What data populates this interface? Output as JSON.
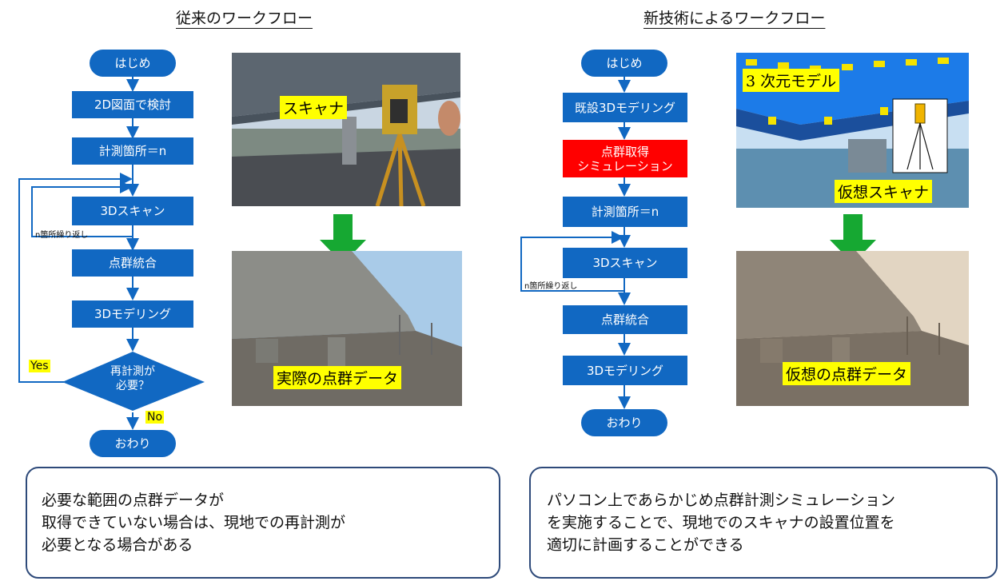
{
  "left": {
    "title": "従来のワークフロー",
    "steps": {
      "start": "はじめ",
      "review2d": "2D図面で検討",
      "count": "計測箇所＝n",
      "scan": "3Dスキャン",
      "merge": "点群統合",
      "model": "3Dモデリング",
      "decision_line1": "再計測が",
      "decision_line2": "必要？",
      "end": "おわり"
    },
    "loop_label": "n箇所繰り返し",
    "yes_label": "Yes",
    "no_label": "No",
    "photo1_callout": "スキャナ",
    "photo2_callout": "実際の点群データ",
    "note_lines": [
      "必要な範囲の点群データが",
      "取得できていない場合は、現地での再計測が",
      "必要となる場合がある"
    ]
  },
  "right": {
    "title": "新技術によるワークフロー",
    "steps": {
      "start": "はじめ",
      "model_existing": "既設3Dモデリング",
      "sim_line1": "点群取得",
      "sim_line2": "シミュレーション",
      "count": "計測箇所＝n",
      "scan": "3Dスキャン",
      "merge": "点群統合",
      "model": "3Dモデリング",
      "end": "おわり"
    },
    "loop_label": "n箇所繰り返し",
    "photo1_callout_a": "3 次元モデル",
    "photo1_callout_b": "仮想スキャナ",
    "photo2_callout": "仮想の点群データ",
    "note_lines": [
      "パソコン上であらかじめ点群計測シミュレーション",
      "を実施することで、現地でのスキャナの設置位置を",
      "適切に計画することができる"
    ]
  },
  "colors": {
    "flow_blue": "#1168c2",
    "sim_red": "#ff0000",
    "arrow_green": "#16a832",
    "highlight": "#ffff00",
    "panel_border": "#2e4a7a"
  }
}
